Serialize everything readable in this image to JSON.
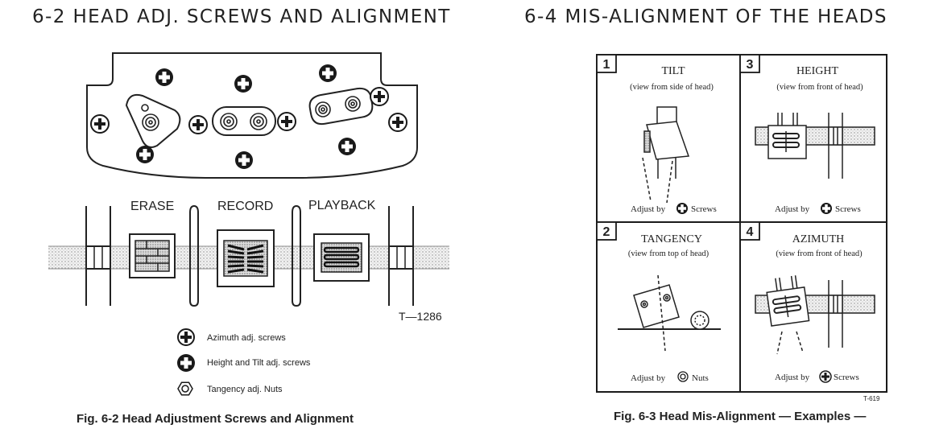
{
  "left_section": {
    "heading": "6-2  HEAD ADJ. SCREWS AND ALIGNMENT",
    "head_labels": {
      "erase": "ERASE",
      "record": "RECORD",
      "playback": "PLAYBACK"
    },
    "drawing_ref": "T—1286",
    "legend": [
      {
        "icon": "azimuth-screw-icon",
        "text": "Azimuth adj. screws"
      },
      {
        "icon": "height-tilt-screw-icon",
        "text": "Height and Tilt adj. screws"
      },
      {
        "icon": "tangency-nut-icon",
        "text": "Tangency adj. Nuts"
      }
    ],
    "caption": "Fig. 6-2   Head Adjustment Screws and Alignment"
  },
  "right_section": {
    "heading": "6-4  MIS-ALIGNMENT OF THE HEADS",
    "panels": [
      {
        "number": "1",
        "title": "TILT",
        "subtitle": "(view from side of head)",
        "adjust_prefix": "Adjust by",
        "adjust_suffix": "Screws",
        "adjust_icon": "height-tilt-screw-icon"
      },
      {
        "number": "3",
        "title": "HEIGHT",
        "subtitle": "(view from front of head)",
        "adjust_prefix": "Adjust by",
        "adjust_suffix": "Screws",
        "adjust_icon": "height-tilt-screw-icon"
      },
      {
        "number": "2",
        "title": "TANGENCY",
        "subtitle": "(view from top of head)",
        "adjust_prefix": "Adjust by",
        "adjust_suffix": "Nuts",
        "adjust_icon": "tangency-nut-icon"
      },
      {
        "number": "4",
        "title": "AZIMUTH",
        "subtitle": "(view from front of head)",
        "adjust_prefix": "Adjust by",
        "adjust_suffix": "Screws",
        "adjust_icon": "azimuth-screw-icon"
      }
    ],
    "drawing_ref": "T-619",
    "caption": "Fig. 6-3   Head Mis-Alignment — Examples —"
  }
}
